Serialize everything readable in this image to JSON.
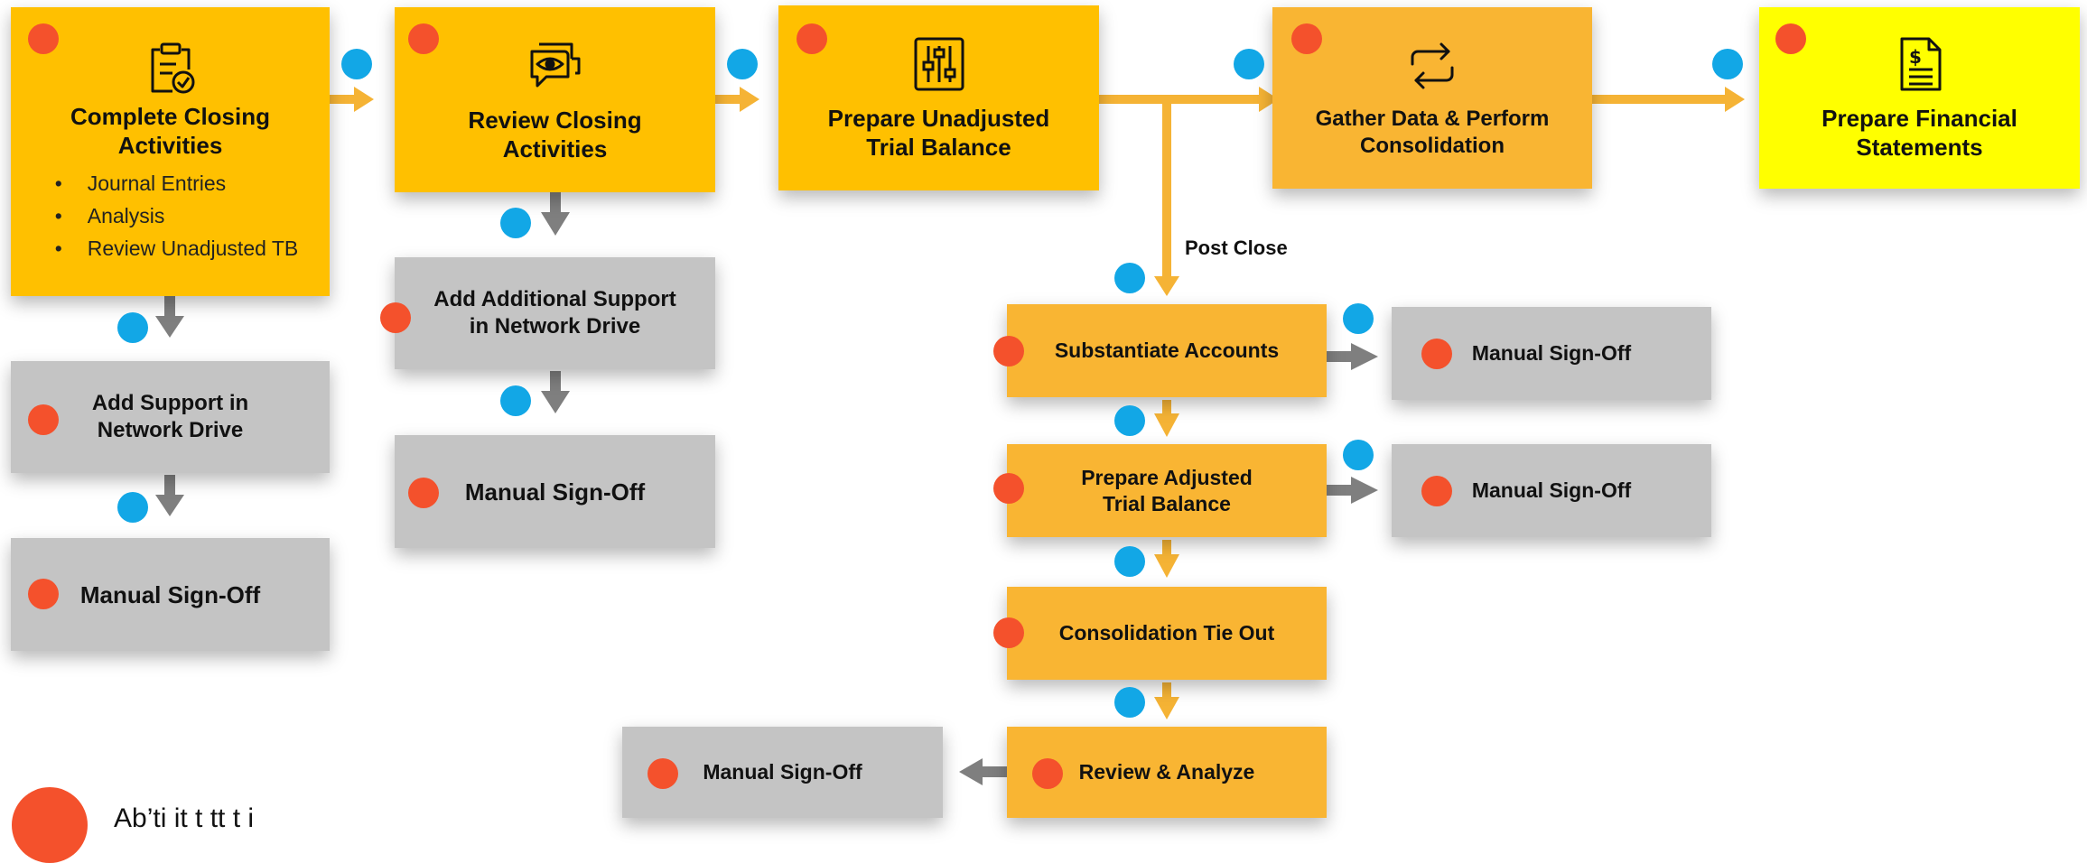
{
  "boxes": {
    "complete_closing": {
      "title": "Complete Closing Activities",
      "bullets": [
        "Journal Entries",
        "Analysis",
        "Review Unadjusted TB"
      ]
    },
    "review_closing": {
      "title": "Review Closing Activities"
    },
    "prepare_unadjusted": {
      "title": "Prepare Unadjusted Trial Balance"
    },
    "gather_data": {
      "title": "Gather Data & Perform Consolidation"
    },
    "prepare_financial": {
      "title": "Prepare Financial Statements"
    },
    "add_support_network": {
      "title": "Add Support in Network Drive"
    },
    "manual_signoff_col1": {
      "title": "Manual Sign-Off"
    },
    "add_additional_support": {
      "title": "Add Additional Support in Network Drive"
    },
    "manual_signoff_col2": {
      "title": "Manual Sign-Off"
    },
    "substantiate_accounts": {
      "title": "Substantiate Accounts"
    },
    "manual_signoff_substantiate": {
      "title": "Manual Sign-Off"
    },
    "prepare_adjusted": {
      "title": "Prepare Adjusted Trial Balance"
    },
    "manual_signoff_adjusted": {
      "title": "Manual Sign-Off"
    },
    "consolidation_tie_out": {
      "title": "Consolidation Tie Out"
    },
    "review_analyze": {
      "title": "Review & Analyze"
    },
    "manual_signoff_review": {
      "title": "Manual Sign-Off"
    }
  },
  "post_close_label": "Post Close",
  "legend": {
    "text": "Ab’ti it t        tt  t  i"
  },
  "colors": {
    "yellow": "#FFC000",
    "orange": "#F9B533",
    "gray": "#C4C4C4",
    "bright_yellow": "#FFFF00",
    "red_marker": "#F4512C",
    "blue_marker": "#12A7E6",
    "orange_arrow": "#F5B335",
    "gray_arrow": "#7F7F7F"
  },
  "icons": [
    "clipboard-check-icon",
    "eye-chat-icon",
    "sliders-icon",
    "exchange-arrows-icon",
    "dollar-document-icon"
  ]
}
